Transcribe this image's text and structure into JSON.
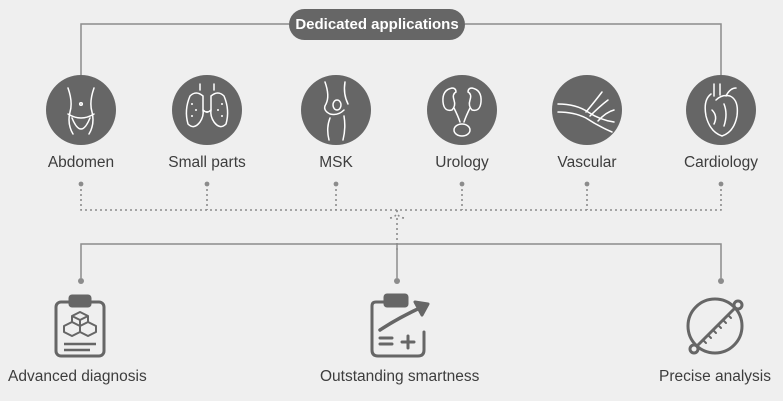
{
  "header": {
    "title": "Dedicated applications"
  },
  "applications": [
    {
      "label": "Abdomen",
      "icon": "abdomen-icon"
    },
    {
      "label": "Small parts",
      "icon": "thyroid-icon"
    },
    {
      "label": "MSK",
      "icon": "knee-joint-icon"
    },
    {
      "label": "Urology",
      "icon": "kidneys-icon"
    },
    {
      "label": "Vascular",
      "icon": "vessels-icon"
    },
    {
      "label": "Cardiology",
      "icon": "heart-icon"
    }
  ],
  "features": [
    {
      "label": "Advanced diagnosis",
      "icon": "clipboard-cubes-icon"
    },
    {
      "label": "Outstanding smartness",
      "icon": "clipboard-arrow-icon"
    },
    {
      "label": "Precise analysis",
      "icon": "measure-caliper-icon"
    }
  ],
  "colors": {
    "background": "#efefef",
    "accent": "#666666",
    "text": "#3d3d3d",
    "line": "#888888"
  }
}
